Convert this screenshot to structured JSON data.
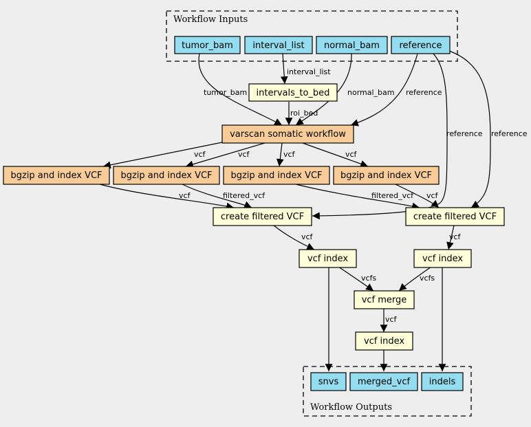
{
  "colors": {
    "io": "#94dcf0",
    "step": "#fefed8",
    "subworkflow": "#f7cc98",
    "background": "#eeeeee"
  },
  "clusters": {
    "inputs": "Workflow Inputs",
    "outputs": "Workflow Outputs"
  },
  "nodes": {
    "tumor_bam": "tumor_bam",
    "interval_list": "interval_list",
    "normal_bam": "normal_bam",
    "reference": "reference",
    "intervals_to_bed": "intervals_to_bed",
    "varscan": "varscan somatic workflow",
    "bgzip1": "bgzip and index VCF",
    "bgzip2": "bgzip and index VCF",
    "bgzip3": "bgzip and index VCF",
    "bgzip4": "bgzip and index VCF",
    "filter1": "create filtered VCF",
    "filter2": "create filtered VCF",
    "index1": "vcf index",
    "index2": "vcf index",
    "merge": "vcf merge",
    "index3": "vcf index",
    "snvs": "snvs",
    "merged_vcf": "merged_vcf",
    "indels": "indels"
  },
  "edge_labels": {
    "e_interval_list": "interval_list",
    "e_tumor_bam": "tumor_bam",
    "e_normal_bam": "normal_bam",
    "e_reference_varscan": "reference",
    "e_reference_filter1": "reference",
    "e_reference_filter2": "reference",
    "e_roi_bed": "roi_bed",
    "e_vcf_b1": "vcf",
    "e_vcf_b2": "vcf",
    "e_vcf_b3": "vcf",
    "e_vcf_b4": "vcf",
    "e_b1_f1": "vcf",
    "e_b2_f1": "filtered_vcf",
    "e_b3_f2": "filtered_vcf",
    "e_b4_f2": "vcf",
    "e_f1_i1": "vcf",
    "e_f2_i2": "vcf",
    "e_i1_m": "vcfs",
    "e_i2_m": "vcfs",
    "e_m_i3": "vcf"
  }
}
